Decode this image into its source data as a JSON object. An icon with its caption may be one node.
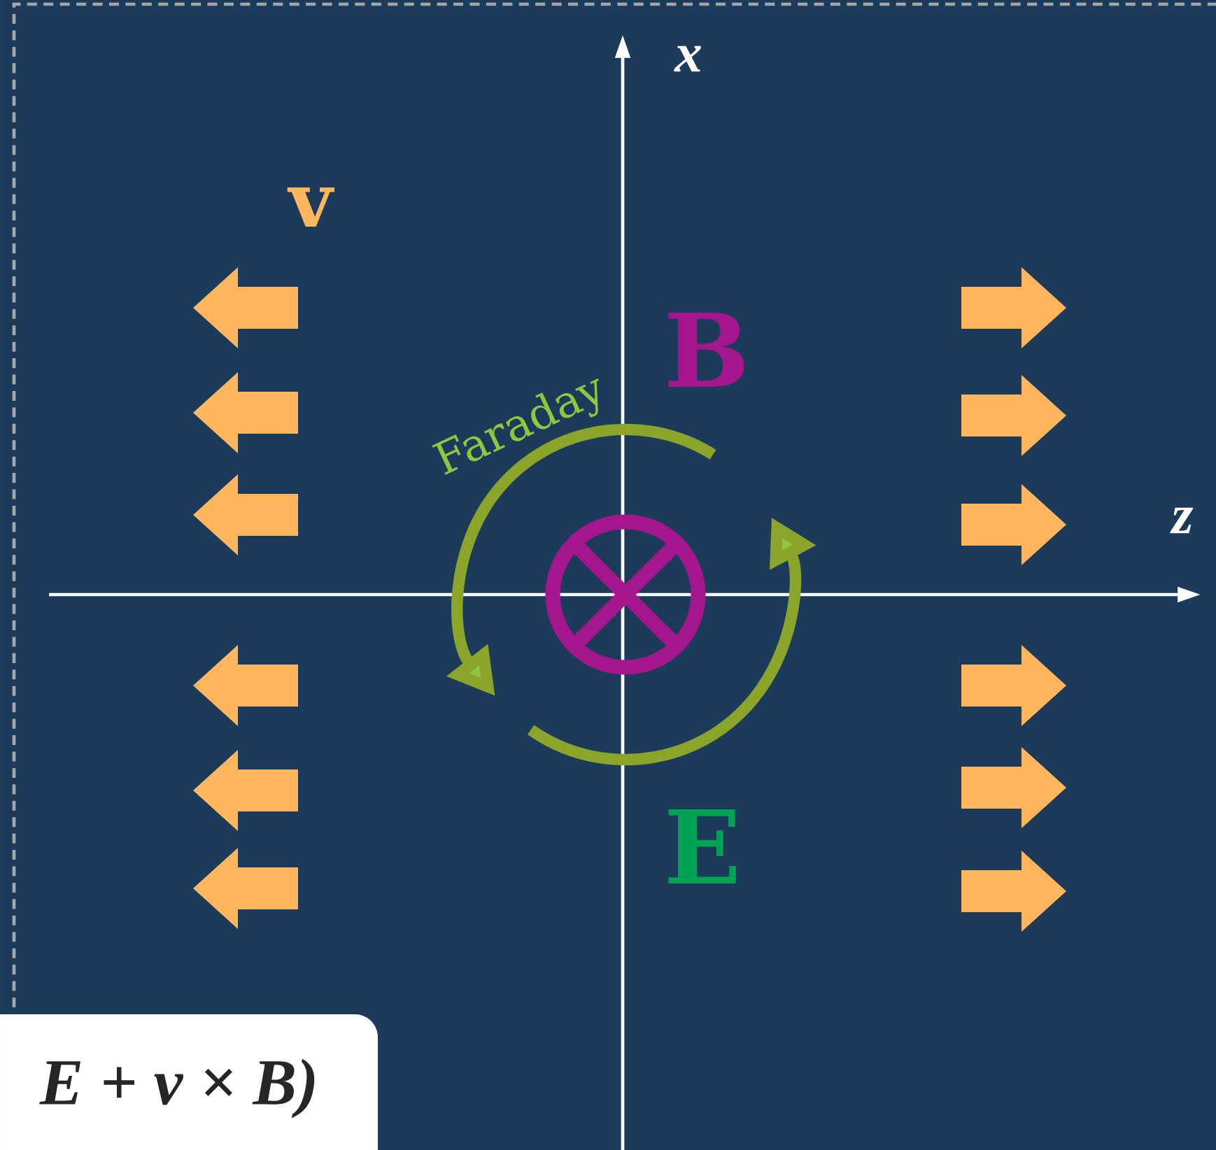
{
  "diagram": {
    "labels": [
      "x",
      "v",
      "B",
      "Faraday",
      "z",
      "E",
      "E + v × B)"
    ]
  }
}
